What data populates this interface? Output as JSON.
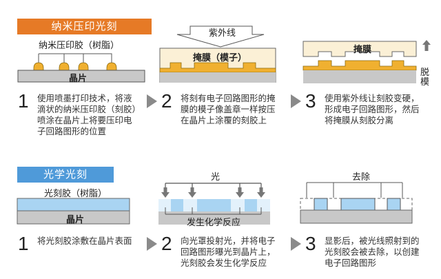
{
  "colors": {
    "orange_banner": "#e67a26",
    "blue_banner": "#4f9ad9",
    "resist_orange": "#f0b030",
    "mask_cream": "#fbf0d6",
    "wafer_gray": "#c8c8c8",
    "resist_blue": "#a9d4f2",
    "arrow_gray": "#8a8a8a"
  },
  "nanoimprint": {
    "title": "纳米压印光刻",
    "diagram1": {
      "resist_label": "纳米压印胶（树脂）",
      "wafer_label": "晶片"
    },
    "diagram2": {
      "uv_label": "紫外线",
      "mask_label": "掩膜（模子）"
    },
    "diagram3": {
      "mask_label": "掩膜",
      "demold_label_1": "脱",
      "demold_label_2": "模"
    },
    "steps": [
      {
        "num": "1",
        "lines": [
          "使用喷墨打印技术，将液",
          "滴状的纳米压印胶（刻胶）",
          "喷涂在晶片上将要压印电",
          "子回路图形的位置"
        ]
      },
      {
        "num": "2",
        "lines": [
          "将刻有电子回路图形的掩",
          "膜的模子像盖章一样按压",
          "在晶片上涂覆的刻胶上"
        ]
      },
      {
        "num": "3",
        "lines": [
          "使用紫外线让刻胶变硬，",
          "形成电子回路图形，然后",
          "将掩膜从刻胶分离"
        ]
      }
    ]
  },
  "photolithography": {
    "title": "光学光刻",
    "diagram1": {
      "resist_label": "光刻胶（树脂）",
      "wafer_label": "晶片"
    },
    "diagram2": {
      "light_label": "光",
      "reaction_label": "发生化学反应"
    },
    "diagram3": {
      "remove_label": "去除"
    },
    "steps": [
      {
        "num": "1",
        "lines": [
          "将光刻胶涂敷在晶片表面"
        ]
      },
      {
        "num": "2",
        "lines": [
          "向光罩投射光，并将电子",
          "回路图形曝光到晶片上，",
          "光刻胶会发生化学反应"
        ]
      },
      {
        "num": "3",
        "lines": [
          "显影后，被光线照射到的",
          "光刻胶会被去除，以创建",
          "电子回路图形"
        ]
      }
    ]
  }
}
